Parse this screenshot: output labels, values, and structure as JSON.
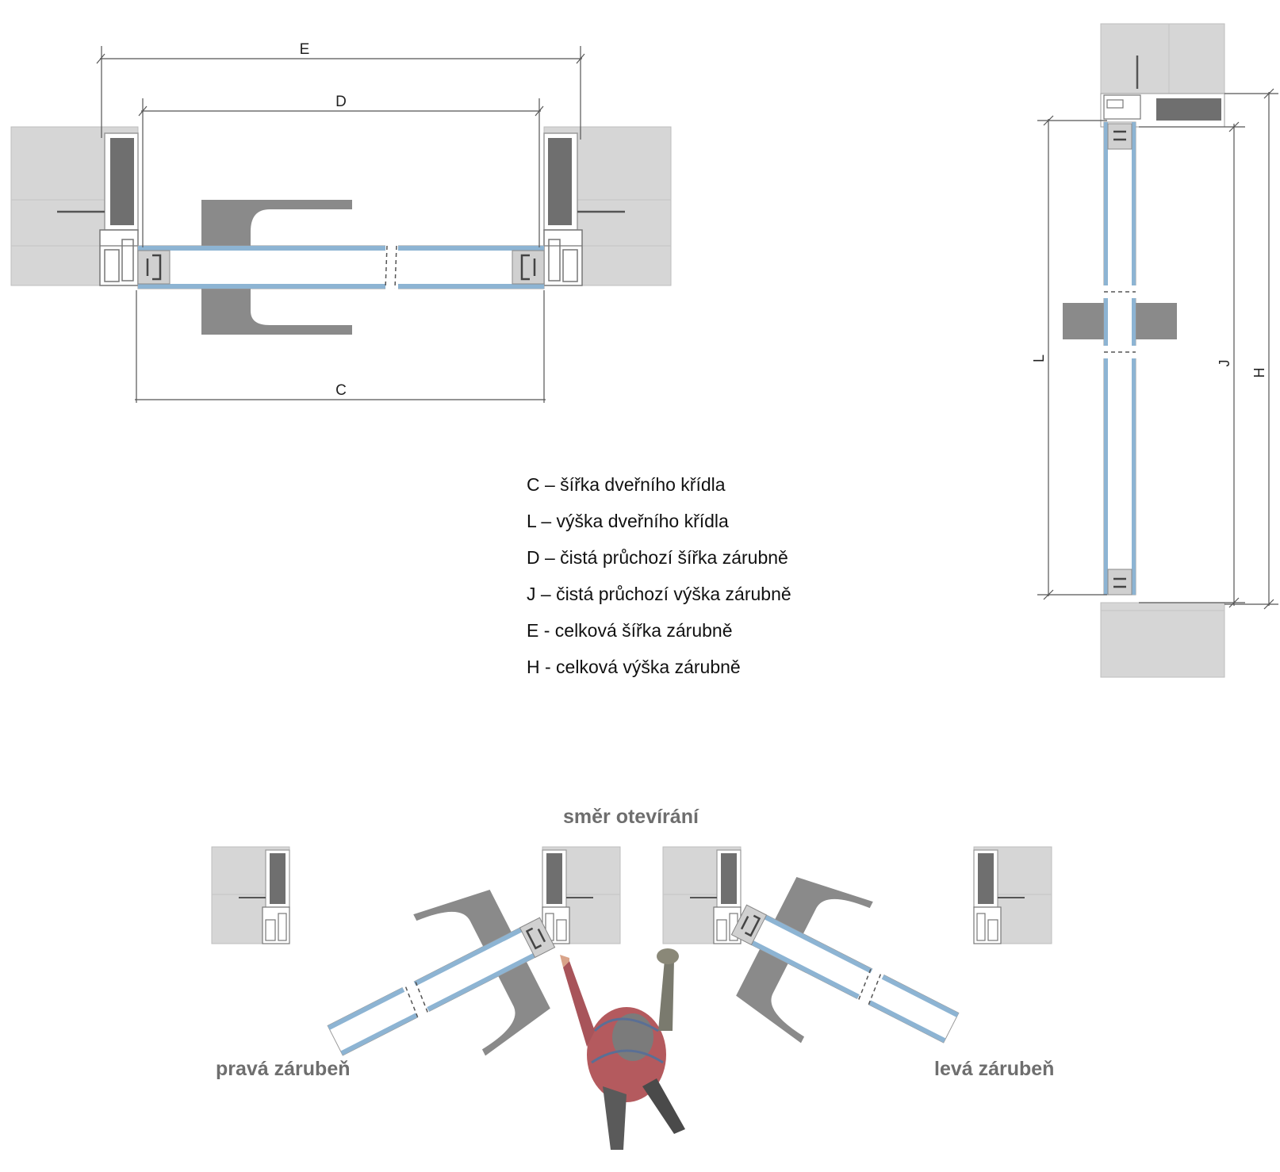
{
  "dimensions": {
    "E": "E",
    "D": "D",
    "C": "C",
    "L": "L",
    "J": "J",
    "H": "H"
  },
  "legend": [
    "C – šířka dveřního křídla",
    "L – výška dveřního křídla",
    "D – čistá průchozí šířka zárubně",
    "J – čistá průchozí výška zárubně",
    "E - celková šířka zárubně",
    "H - celková výška zárubně"
  ],
  "opening": {
    "title": "směr otevírání",
    "right_frame": "pravá zárubeň",
    "left_frame": "levá zárubeň"
  },
  "colors": {
    "wall": "#d6d6d6",
    "frame_insert": "#6f6f6f",
    "handle": "#8a8a8a",
    "glass_edge": "#8db4d3",
    "dimension_line": "#555555",
    "heading_text": "#6e6e6e"
  }
}
